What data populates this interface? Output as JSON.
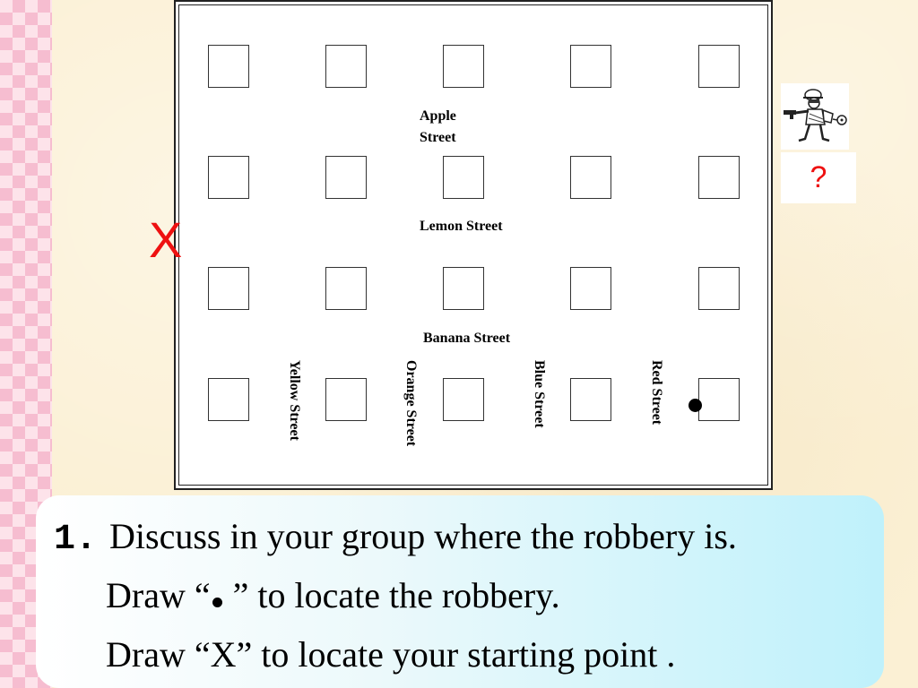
{
  "map": {
    "streets": {
      "apple": "Apple",
      "apple_suffix": "Street",
      "lemon": "Lemon Street",
      "banana": "Banana Street",
      "yellow": "Yellow Street",
      "orange": "Orange Street",
      "blue": "Blue Street",
      "red": "Red Street"
    },
    "start_marker": "X",
    "question": "?"
  },
  "instructions": {
    "number": "1.",
    "line1": "Discuss in your group where the robbery is.",
    "line2_before": "Draw “",
    "line2_after": " ” to locate the robbery.",
    "line3": "Draw “X” to locate your starting point ."
  },
  "colors": {
    "marker_red": "#ee1111",
    "panel_cyan": "#bff1fb",
    "border_pink": "#f6bdd0"
  },
  "icons": [
    "robber-with-gun-icon"
  ]
}
